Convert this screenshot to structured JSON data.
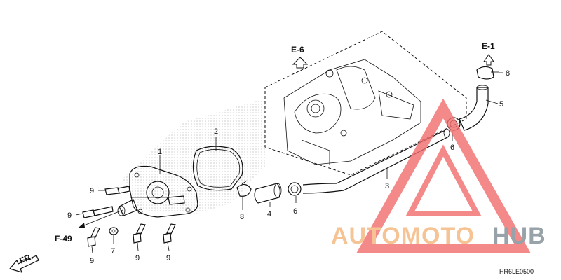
{
  "diagram": {
    "callouts": {
      "c1": "1",
      "c2": "2",
      "c3": "3",
      "c4": "4",
      "c5": "5",
      "c6a": "6",
      "c6b": "6",
      "c7": "7",
      "c8a": "8",
      "c8b": "8",
      "c9a": "9",
      "c9b": "9",
      "c9c": "9",
      "c9d": "9",
      "c9e": "9"
    },
    "refs": {
      "e6": "E-6",
      "e1": "E-1",
      "f49": "F-49",
      "fr": "FR."
    },
    "diagram_code": "HR6LE0500"
  },
  "watermark": {
    "word_a": "AUTOMOTO",
    "word_b": "HUB",
    "color_a": "#f3b57a",
    "color_b": "#7f8c94",
    "triangle_color": "#f26c6c"
  }
}
